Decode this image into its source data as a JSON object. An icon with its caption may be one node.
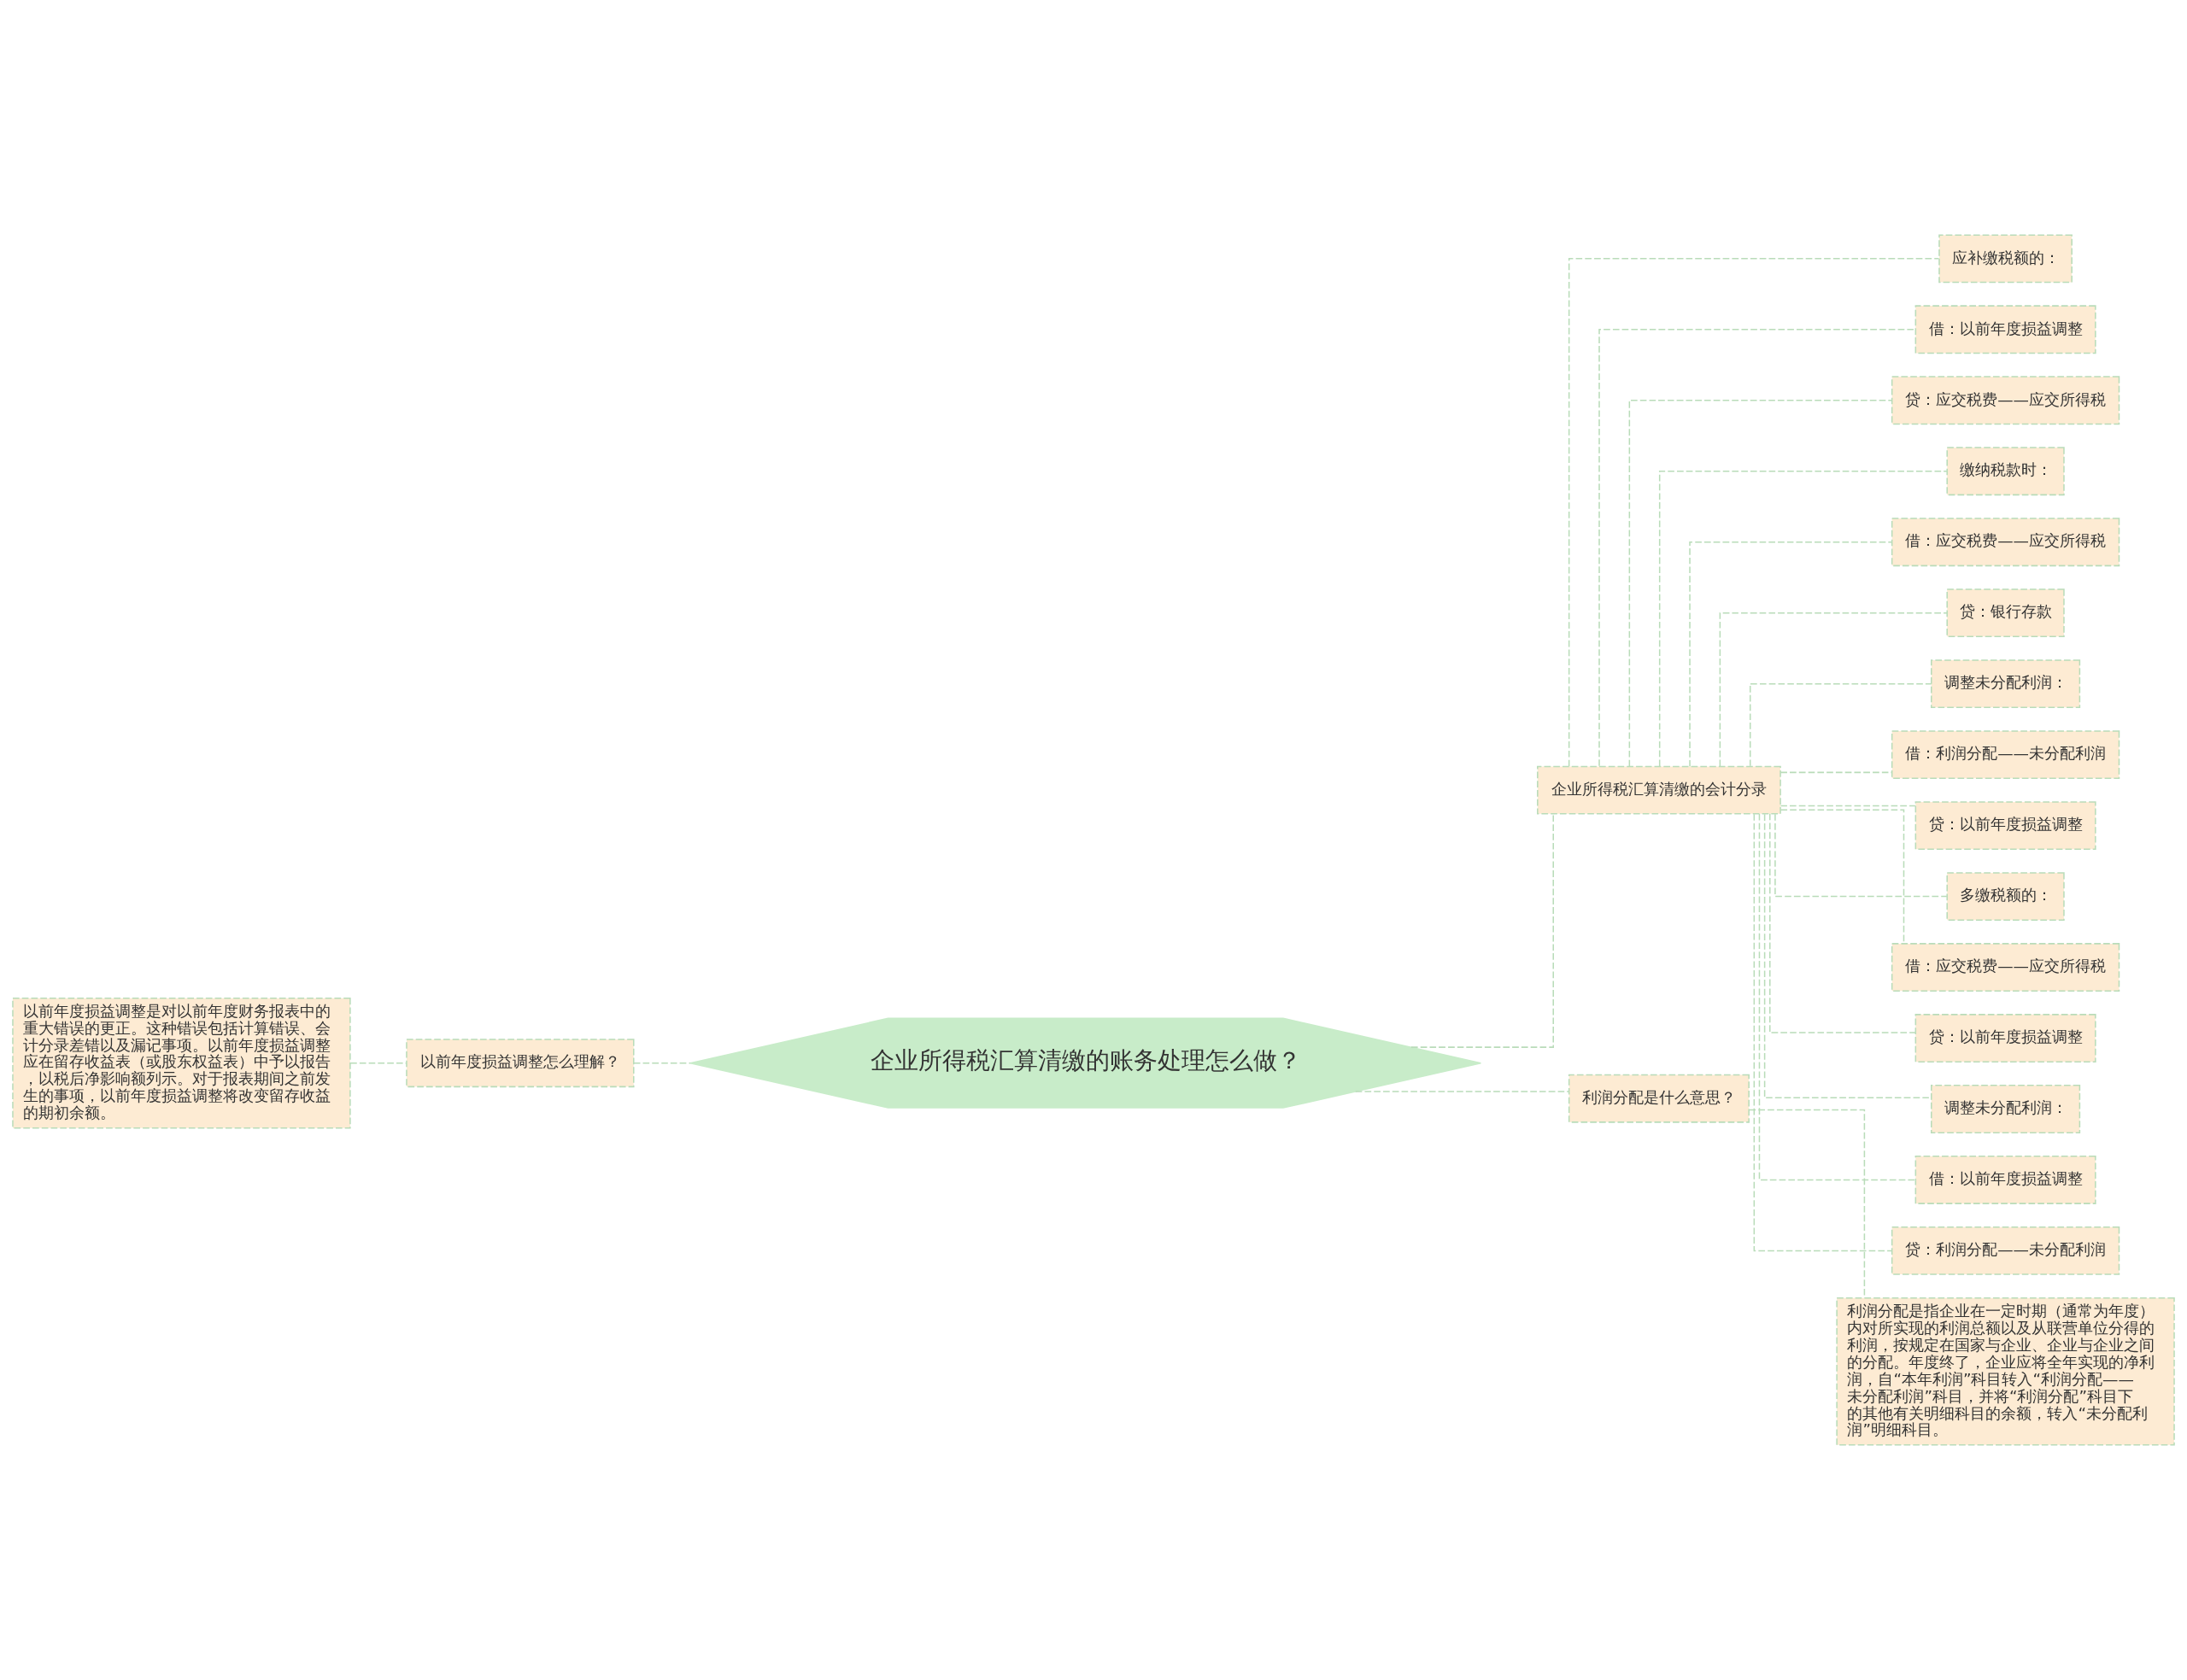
{
  "diagram": {
    "nodes": [
      {
        "text": [
          "企业所得税汇算清缴的账务处理怎么做？"
        ]
      },
      {
        "text": [
          "以前年度损益调整怎么理解？"
        ]
      },
      {
        "text": [
          "以前年度损益调整是对以前年度财务报表中的重大错误的更正。这种错误包括计算错误、会计分录差错以及漏记事项。以前年度损益调整应在留存收益表（或股东权益表）中予以报告，以税后净影响额列示。对于报表期间之前发生的事项，以前年度损益调整将改变留存收益的期初余额。"
        ]
      },
      {
        "text": [
          "企业所得税汇算清缴的会计分录"
        ]
      },
      {
        "text": [
          "应补缴税额的："
        ]
      },
      {
        "text": [
          "借：以前年度损益调整"
        ]
      },
      {
        "text": [
          "贷：应交税费——应交所得税"
        ]
      },
      {
        "text": [
          "缴纳税款时："
        ]
      },
      {
        "text": [
          "借：应交税费——应交所得税"
        ]
      },
      {
        "text": [
          "贷：银行存款"
        ]
      },
      {
        "text": [
          "调整未分配利润："
        ]
      },
      {
        "text": [
          "借：利润分配——未分配利润"
        ]
      },
      {
        "text": [
          "贷：以前年度损益调整"
        ]
      },
      {
        "text": [
          "多缴税额的："
        ]
      },
      {
        "text": [
          "借：应交税费——应交所得税"
        ]
      },
      {
        "text": [
          "贷：以前年度损益调整"
        ]
      },
      {
        "text": [
          "调整未分配利润："
        ]
      },
      {
        "text": [
          "借：以前年度损益调整"
        ]
      },
      {
        "text": [
          "贷：利润分配——未分配利润"
        ]
      },
      {
        "text": [
          "利润分配是什么意思？"
        ]
      },
      {
        "text": [
          "利润分配是指企业在一定时期（通常为年度）内对所实现的利润总额以及从联营单位分得的利润，按规定在国家与企业、企业与企业之间的分配。年度终了，企业应将全年实现的净利润，自“本年利润”科目转入“利润分配——未分配利润”科目，并将“利润分配”科目下的其他有关明细科目的余额，转入“未分配利润”明细科目。"
        ]
      }
    ],
    "edges": [
      {
        "from": 0,
        "to": 1,
        "arrow": "none",
        "style": "dashed"
      },
      {
        "from": 1,
        "to": 2,
        "arrow": "none",
        "style": "dashed"
      },
      {
        "from": 0,
        "to": 3,
        "arrow": "none",
        "style": "dashed"
      },
      {
        "from": 3,
        "to": 4,
        "arrow": "none",
        "style": "dashed"
      },
      {
        "from": 3,
        "to": 5,
        "arrow": "none",
        "style": "dashed"
      },
      {
        "from": 3,
        "to": 6,
        "arrow": "none",
        "style": "dashed"
      },
      {
        "from": 3,
        "to": 7,
        "arrow": "none",
        "style": "dashed"
      },
      {
        "from": 3,
        "to": 8,
        "arrow": "none",
        "style": "dashed"
      },
      {
        "from": 3,
        "to": 9,
        "arrow": "none",
        "style": "dashed"
      },
      {
        "from": 3,
        "to": 10,
        "arrow": "none",
        "style": "dashed"
      },
      {
        "from": 3,
        "to": 11,
        "arrow": "none",
        "style": "dashed"
      },
      {
        "from": 3,
        "to": 12,
        "arrow": "none",
        "style": "dashed"
      },
      {
        "from": 3,
        "to": 13,
        "arrow": "none",
        "style": "dashed"
      },
      {
        "from": 3,
        "to": 14,
        "arrow": "none",
        "style": "dashed"
      },
      {
        "from": 3,
        "to": 15,
        "arrow": "none",
        "style": "dashed"
      },
      {
        "from": 3,
        "to": 16,
        "arrow": "none",
        "style": "dashed"
      },
      {
        "from": 3,
        "to": 17,
        "arrow": "none",
        "style": "dashed"
      },
      {
        "from": 3,
        "to": 18,
        "arrow": "none",
        "style": "dashed"
      },
      {
        "from": 0,
        "to": 19,
        "arrow": "none",
        "style": "dashed"
      },
      {
        "from": 19,
        "to": 20,
        "arrow": "none",
        "style": "dashed"
      }
    ]
  }
}
